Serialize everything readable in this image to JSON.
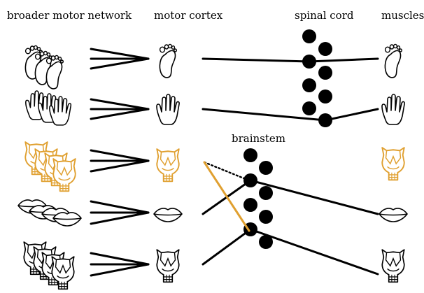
{
  "headers": {
    "broader_motor_network": "broader motor network",
    "motor_cortex": "motor cortex",
    "spinal_cord": "spinal cord",
    "muscles": "muscles",
    "brainstem": "brainstem"
  },
  "rows": [
    {
      "effector": "foot",
      "highlight": false
    },
    {
      "effector": "hand",
      "highlight": false
    },
    {
      "effector": "larynx",
      "highlight": true
    },
    {
      "effector": "lips",
      "highlight": false
    },
    {
      "effector": "larynx",
      "highlight": false
    }
  ],
  "colors": {
    "ink": "#000000",
    "highlight": "#e0a030",
    "highlight_stroke": "#c98a1a"
  },
  "icons": {
    "foot": "foot-icon",
    "hand": "hand-icon",
    "larynx": "larynx-icon",
    "lips": "lips-icon"
  }
}
